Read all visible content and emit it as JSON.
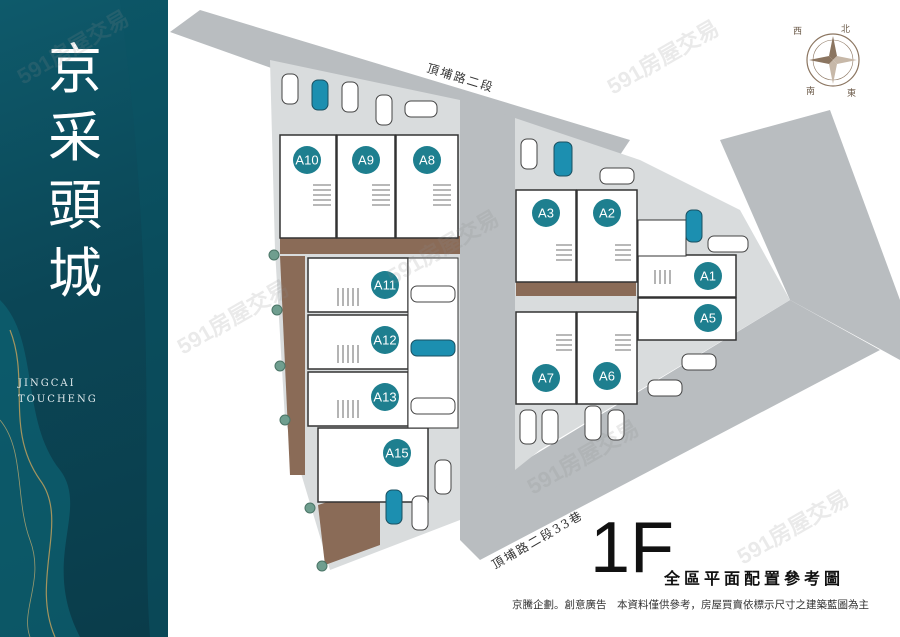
{
  "brand": {
    "title": "京\n采\n頭\n城",
    "subtitle_en": "JINGCAI\nTOUCHENG"
  },
  "roads": {
    "top": "頂埔路二段",
    "bottom": "頂埔路二段33巷"
  },
  "compass": {
    "north": "北",
    "south": "南",
    "east": "東",
    "west": "西"
  },
  "units": [
    "A10",
    "A9",
    "A8",
    "A11",
    "A12",
    "A13",
    "A15",
    "A3",
    "A2",
    "A1",
    "A5",
    "A7",
    "A6"
  ],
  "floor": {
    "title": "1F",
    "subtitle": "全區平面配置參考圖"
  },
  "footer": "京騰企劃。創意廣告　本資料僅供參考，房屋買賣依標示尺寸之建築藍圖為主",
  "watermark": "591房屋交易",
  "colors": {
    "panel": "#0b4656",
    "road": "#b8bcbf",
    "unit_badge": "#1e7f8f",
    "car_teal": "#1c8fb0",
    "wood": "#8a6b57"
  }
}
